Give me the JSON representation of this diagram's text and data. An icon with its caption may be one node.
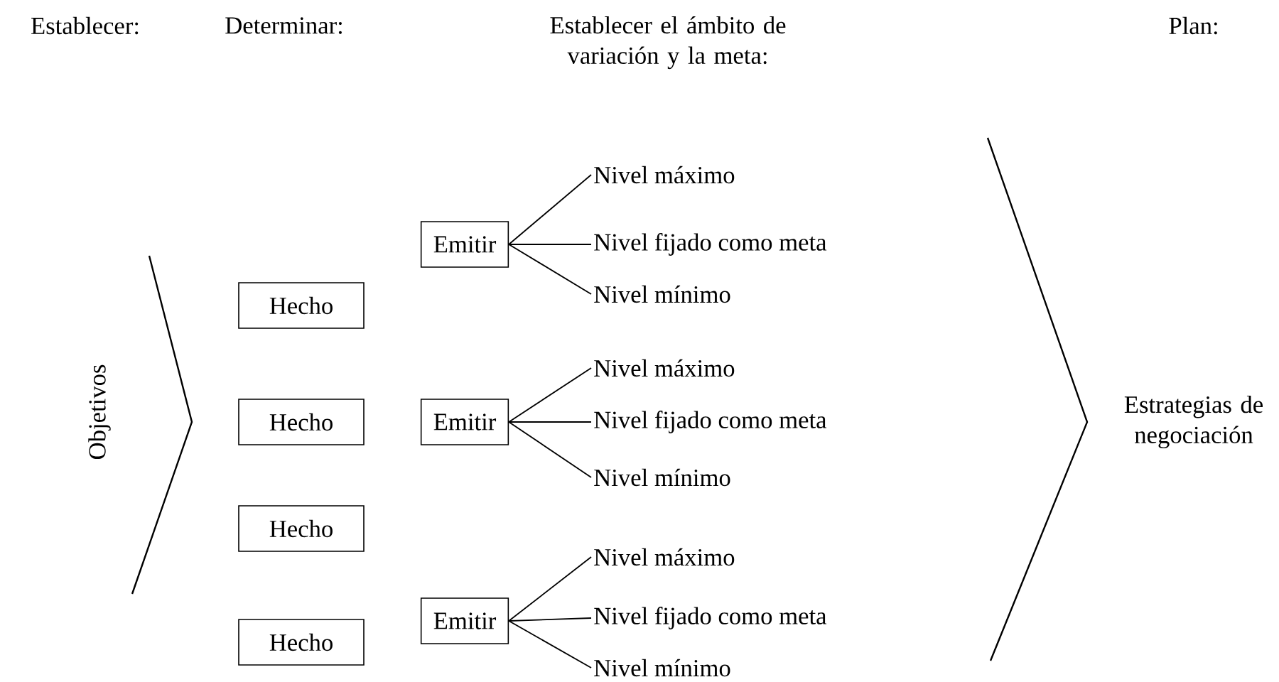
{
  "diagram": {
    "nodes": [
      {
        "text": [
          "Objetivos"
        ]
      },
      {
        "text": [
          "Hecho"
        ]
      },
      {
        "text": [
          "Hecho"
        ]
      },
      {
        "text": [
          "Hecho"
        ]
      },
      {
        "text": [
          "Hecho"
        ]
      },
      {
        "text": [
          "Emitir"
        ]
      },
      {
        "text": [
          "Nivel máximo"
        ]
      },
      {
        "text": [
          "Nivel fijado como meta"
        ]
      },
      {
        "text": [
          "Nivel mínimo"
        ]
      },
      {
        "text": [
          "Emitir"
        ]
      },
      {
        "text": [
          "Nivel máximo"
        ]
      },
      {
        "text": [
          "Nivel fijado como meta"
        ]
      },
      {
        "text": [
          "Nivel mínimo"
        ]
      },
      {
        "text": [
          "Emitir"
        ]
      },
      {
        "text": [
          "Nivel máximo"
        ]
      },
      {
        "text": [
          "Nivel fijado como meta"
        ]
      },
      {
        "text": [
          "Nivel mínimo"
        ]
      },
      {
        "text": [
          "Estrategias de negociación"
        ]
      }
    ],
    "edges": [
      {
        "from": 5,
        "to": 6,
        "arrow": "none"
      },
      {
        "from": 5,
        "to": 7,
        "arrow": "none"
      },
      {
        "from": 5,
        "to": 8,
        "arrow": "none"
      },
      {
        "from": 9,
        "to": 10,
        "arrow": "none"
      },
      {
        "from": 9,
        "to": 11,
        "arrow": "none"
      },
      {
        "from": 9,
        "to": 12,
        "arrow": "none"
      },
      {
        "from": 13,
        "to": 14,
        "arrow": "none"
      },
      {
        "from": 13,
        "to": 15,
        "arrow": "none"
      },
      {
        "from": 13,
        "to": 16,
        "arrow": "none"
      }
    ],
    "labels": [
      "Establecer:",
      "Determinar:",
      "Establecer el ámbito de variación y la meta:",
      "Plan:"
    ]
  }
}
